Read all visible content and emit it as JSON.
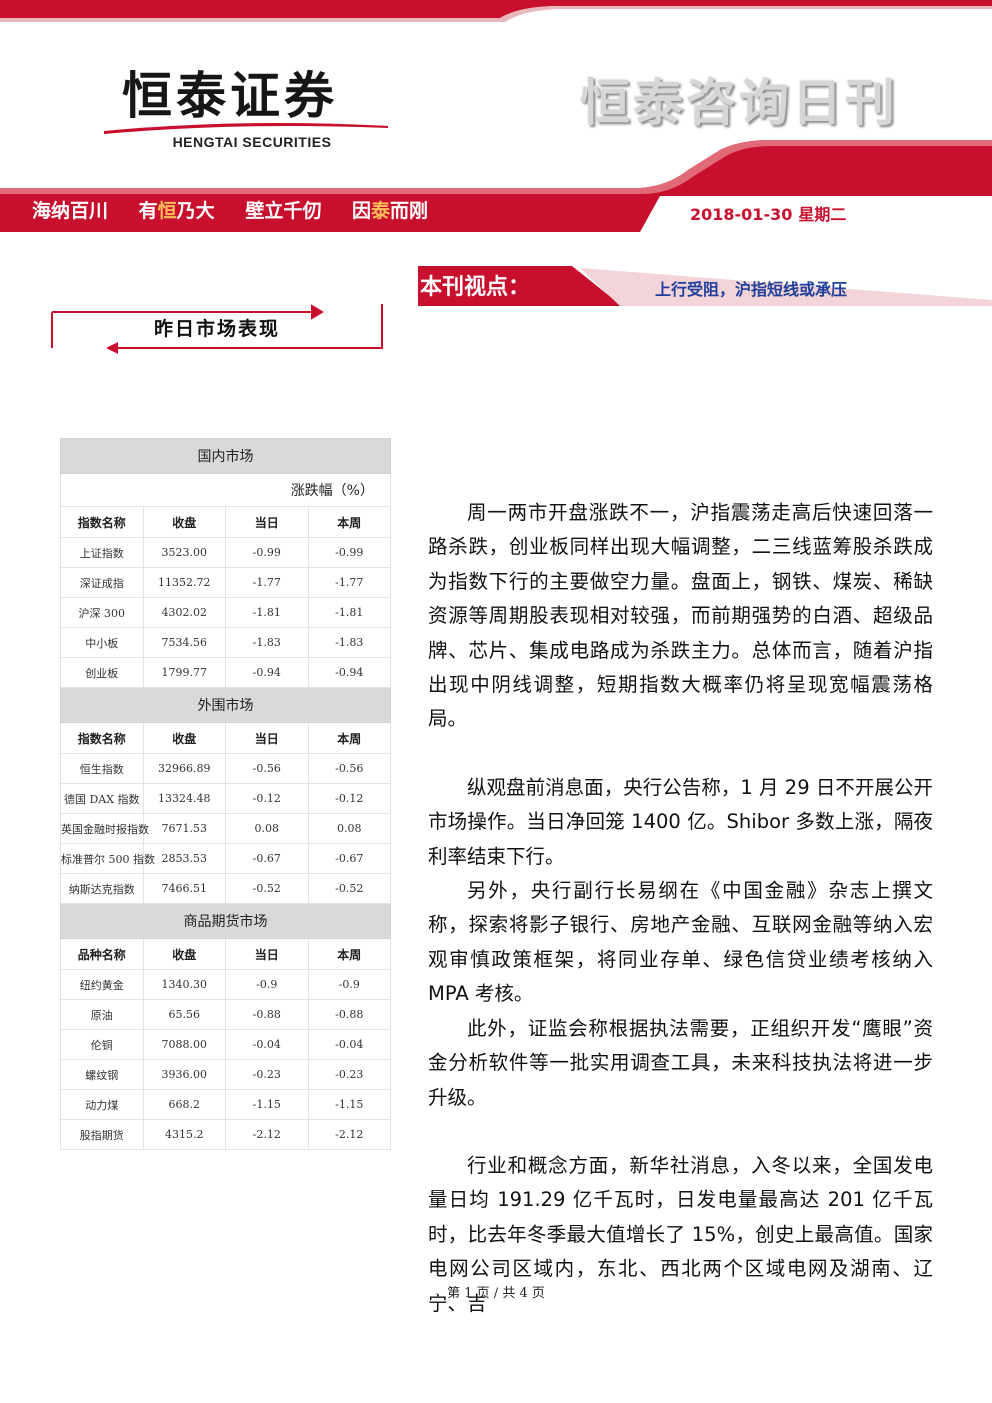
{
  "header": {
    "logo_cn": "恒泰证券",
    "logo_en": "HENGTAI SECURITIES",
    "publication_title": "恒泰咨询日刊",
    "slogan": [
      {
        "pre": "海纳百川",
        "hl": "",
        "post": ""
      },
      {
        "pre": "有",
        "hl": "恒",
        "post": "乃大"
      },
      {
        "pre": "壁立千仞",
        "hl": "",
        "post": ""
      },
      {
        "pre": "因",
        "hl": "泰",
        "post": "而刚"
      }
    ],
    "date": "2018-01-30",
    "weekday": "星期二",
    "colors": {
      "brand_red": "#c8102e",
      "accent_gold": "#ffbf5a",
      "title_blue": "#1f3f9a"
    }
  },
  "viewpoint": {
    "label": "本刊视点：",
    "title": "上行受阻，沪指短线或承压"
  },
  "market_section": {
    "title": "昨日市场表现"
  },
  "market_table": {
    "domestic": {
      "section_label": "国内市场",
      "unit_label": "涨跌幅（%）",
      "headers": [
        "指数名称",
        "收盘",
        "当日",
        "本周"
      ],
      "rows": [
        [
          "上证指数",
          "3523.00",
          "-0.99",
          "-0.99"
        ],
        [
          "深证成指",
          "11352.72",
          "-1.77",
          "-1.77"
        ],
        [
          "沪深 300",
          "4302.02",
          "-1.81",
          "-1.81"
        ],
        [
          "中小板",
          "7534.56",
          "-1.83",
          "-1.83"
        ],
        [
          "创业板",
          "1799.77",
          "-0.94",
          "-0.94"
        ]
      ]
    },
    "foreign": {
      "section_label": "外围市场",
      "headers": [
        "指数名称",
        "收盘",
        "当日",
        "本周"
      ],
      "rows": [
        [
          "恒生指数",
          "32966.89",
          "-0.56",
          "-0.56"
        ],
        [
          "德国 DAX 指数",
          "13324.48",
          "-0.12",
          "-0.12"
        ],
        [
          "英国金融时报指数",
          "7671.53",
          "0.08",
          "0.08"
        ],
        [
          "标准普尔 500 指数",
          "2853.53",
          "-0.67",
          "-0.67"
        ],
        [
          "纳斯达克指数",
          "7466.51",
          "-0.52",
          "-0.52"
        ]
      ]
    },
    "commodities": {
      "section_label": "商品期货市场",
      "headers": [
        "品种名称",
        "收盘",
        "当日",
        "本周"
      ],
      "rows": [
        [
          "纽约黄金",
          "1340.30",
          "-0.9",
          "-0.9"
        ],
        [
          "原油",
          "65.56",
          "-0.88",
          "-0.88"
        ],
        [
          "伦铜",
          "7088.00",
          "-0.04",
          "-0.04"
        ],
        [
          "螺纹钢",
          "3936.00",
          "-0.23",
          "-0.23"
        ],
        [
          "动力煤",
          "668.2",
          "-1.15",
          "-1.15"
        ],
        [
          "股指期货",
          "4315.2",
          "-2.12",
          "-2.12"
        ]
      ]
    }
  },
  "article": {
    "paragraphs": [
      "周一两市开盘涨跌不一，沪指震荡走高后快速回落一路杀跌，创业板同样出现大幅调整，二三线蓝筹股杀跌成为指数下行的主要做空力量。盘面上，钢铁、煤炭、稀缺资源等周期股表现相对较强，而前期强势的白酒、超级品牌、芯片、集成电路成为杀跌主力。总体而言，随着沪指出现中阴线调整，短期指数大概率仍将呈现宽幅震荡格局。",
      "纵观盘前消息面，央行公告称，1 月 29 日不开展公开市场操作。当日净回笼 1400 亿。Shibor 多数上涨，隔夜利率结束下行。",
      "另外，央行副行长易纲在《中国金融》杂志上撰文称，探索将影子银行、房地产金融、互联网金融等纳入宏观审慎政策框架，将同业存单、绿色信贷业绩考核纳入 MPA 考核。",
      "此外，证监会称根据执法需要，正组织开发“鹰眼”资金分析软件等一批实用调查工具，未来科技执法将进一步升级。",
      "行业和概念方面，新华社消息，入冬以来，全国发电量日均 191.29 亿千瓦时，日发电量最高达 201 亿千瓦时，比去年冬季最大值增长了 15%，创史上最高值。国家电网公司区域内，东北、西北两个区域电网及湖南、辽宁、吉"
    ]
  },
  "footer": {
    "page_text": "第 1 页 / 共 4 页"
  }
}
